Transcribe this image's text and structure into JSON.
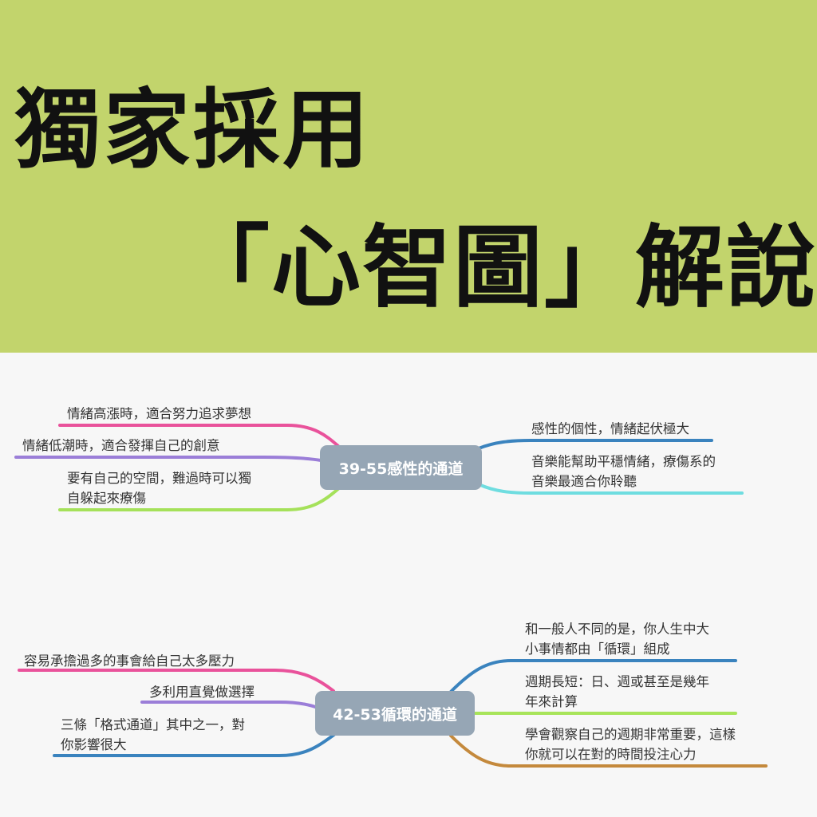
{
  "header": {
    "title_line1": "獨家採用",
    "title_line2": "「心智圖」解說"
  },
  "colors": {
    "banner": "#c2d46c",
    "center_node": "#96a6b5",
    "pink": "#e9529b",
    "purple": "#9b7ed8",
    "green": "#a5e15a",
    "blue": "#3a83be",
    "cyan": "#6fdde0",
    "lime": "#a8e45a",
    "brown": "#c4893c"
  },
  "maps": [
    {
      "center": "39-55感性的通道",
      "left_branches": [
        {
          "text": "情緒高漲時，適合努力追求夢想",
          "color": "pink"
        },
        {
          "text": "情緒低潮時，適合發揮自己的創意",
          "color": "purple"
        },
        {
          "text": "要有自己的空間，難過時可以獨\n自躲起來療傷",
          "color": "green"
        }
      ],
      "right_branches": [
        {
          "text": "感性的個性，情緒起伏極大",
          "color": "blue"
        },
        {
          "text": "音樂能幫助平穩情緒，療傷系的\n音樂最適合你聆聽",
          "color": "cyan"
        }
      ]
    },
    {
      "center": "42-53循環的通道",
      "left_branches": [
        {
          "text": "容易承擔過多的事會給自己太多壓力",
          "color": "pink"
        },
        {
          "text": "多利用直覺做選擇",
          "color": "purple"
        },
        {
          "text": "三條「格式通道」其中之一，對\n你影響很大",
          "color": "blue"
        }
      ],
      "right_branches": [
        {
          "text": "和一般人不同的是，你人生中大\n小事情都由「循環」組成",
          "color": "blue"
        },
        {
          "text": "週期長短：日、週或甚至是幾年\n年來計算",
          "color": "lime"
        },
        {
          "text": "學會觀察自己的週期非常重要，這樣\n你就可以在對的時間投注心力",
          "color": "brown"
        }
      ]
    }
  ]
}
